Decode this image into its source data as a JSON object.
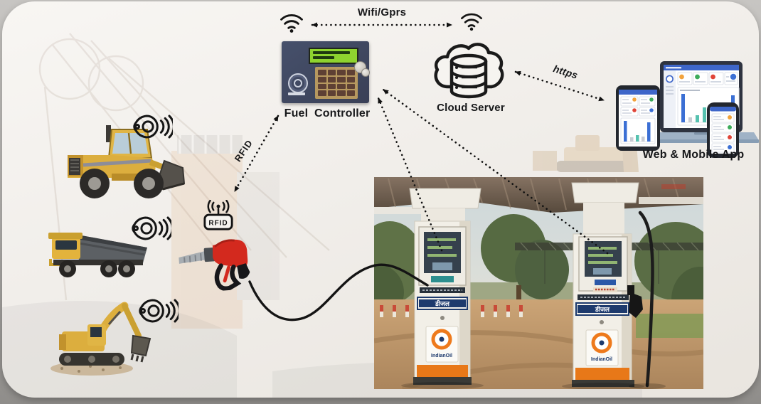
{
  "palette": {
    "ink": "#17181a",
    "panel_bg": "#f5f3ef",
    "outer_bg": "#9f9d9a",
    "controller_body": "#3e4459",
    "lcd_green": "#8ed32f",
    "keypad_brass": "#b6985f",
    "nozzle_red": "#d3291e",
    "dispenser_strip_blue": "#1d3a6d",
    "brand_orange": "#ee7a1c",
    "dashboard_header_blue": "#3e66c9",
    "dot_orange": "#f2a33c",
    "dot_green": "#3cab5a",
    "dot_red": "#e04438",
    "dot_blue": "#3b6fd4"
  },
  "nodes": {
    "wifi_link": {
      "label": "Wifi/Gprs"
    },
    "fuel_controller": {
      "label": "Fuel Controller"
    },
    "cloud_server": {
      "label": "Cloud Server"
    },
    "https_link": {
      "label": "https"
    },
    "web_mobile_app": {
      "label": "Web & Mobile App"
    },
    "rfid_link": {
      "label": "RFID"
    },
    "rfid_reader": {
      "label": "RFID"
    }
  },
  "station": {
    "dispensers": [
      {
        "product": "डीजल",
        "brand": "IndianOil"
      },
      {
        "product": "डीजल",
        "brand": "IndianOil"
      }
    ]
  },
  "vehicles": [
    {
      "name": "wheel-loader"
    },
    {
      "name": "dump-truck"
    },
    {
      "name": "excavator"
    }
  ],
  "icons": {
    "wifi": "wifi-icon",
    "cloud_server": "cloud-database-icon",
    "rfid_tag": "rfid-tag-icon",
    "rfid_reader": "rfid-reader-icon",
    "fuel_nozzle": "fuel-nozzle-icon"
  }
}
